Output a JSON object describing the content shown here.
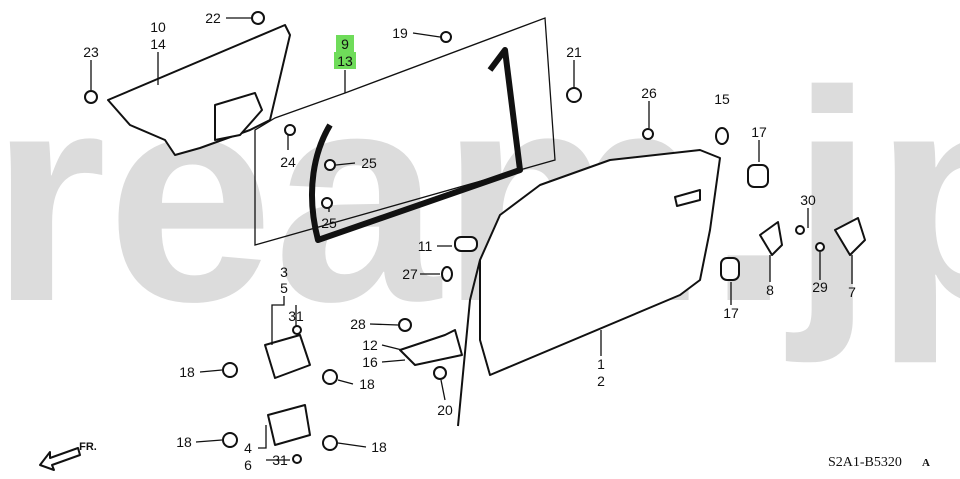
{
  "watermark": "ream.jpn",
  "diagram_code": "S2A1-B5320",
  "diagram_code_suffix": "A",
  "front_arrow_label": "FR.",
  "highlight_color": "#6fdc5a",
  "callouts": [
    {
      "text": "10",
      "part": "door-lining-panel"
    },
    {
      "text": "14",
      "part": "door-lining-panel"
    },
    {
      "text": "22",
      "part": "nut"
    },
    {
      "text": "23",
      "part": "clip"
    },
    {
      "text": "9",
      "part": "door-weatherstrip",
      "highlighted": true
    },
    {
      "text": "13",
      "part": "door-weatherstrip",
      "highlighted": true
    },
    {
      "text": "19",
      "part": "clip"
    },
    {
      "text": "21",
      "part": "clip"
    },
    {
      "text": "26",
      "part": "clip"
    },
    {
      "text": "15",
      "part": "o-ring"
    },
    {
      "text": "17",
      "part": "door-stop-rubber"
    },
    {
      "text": "24",
      "part": "clip"
    },
    {
      "text": "25",
      "part": "clip"
    },
    {
      "text": "25",
      "part": "clip"
    },
    {
      "text": "11",
      "part": "plug"
    },
    {
      "text": "27",
      "part": "o-ring"
    },
    {
      "text": "30",
      "part": "screw"
    },
    {
      "text": "8",
      "part": "striker"
    },
    {
      "text": "29",
      "part": "screw"
    },
    {
      "text": "7",
      "part": "striker"
    },
    {
      "text": "17",
      "part": "door-stop-rubber"
    },
    {
      "text": "3",
      "part": "upper-hinge"
    },
    {
      "text": "5",
      "part": "upper-hinge"
    },
    {
      "text": "31",
      "part": "nut"
    },
    {
      "text": "28",
      "part": "bolt"
    },
    {
      "text": "12",
      "part": "door-checker"
    },
    {
      "text": "16",
      "part": "door-checker"
    },
    {
      "text": "1",
      "part": "door-panel"
    },
    {
      "text": "2",
      "part": "door-panel"
    },
    {
      "text": "18",
      "part": "bolt"
    },
    {
      "text": "18",
      "part": "bolt"
    },
    {
      "text": "20",
      "part": "bolt"
    },
    {
      "text": "18",
      "part": "bolt"
    },
    {
      "text": "18",
      "part": "bolt"
    },
    {
      "text": "4",
      "part": "lower-hinge"
    },
    {
      "text": "6",
      "part": "lower-hinge"
    },
    {
      "text": "31",
      "part": "nut"
    }
  ]
}
